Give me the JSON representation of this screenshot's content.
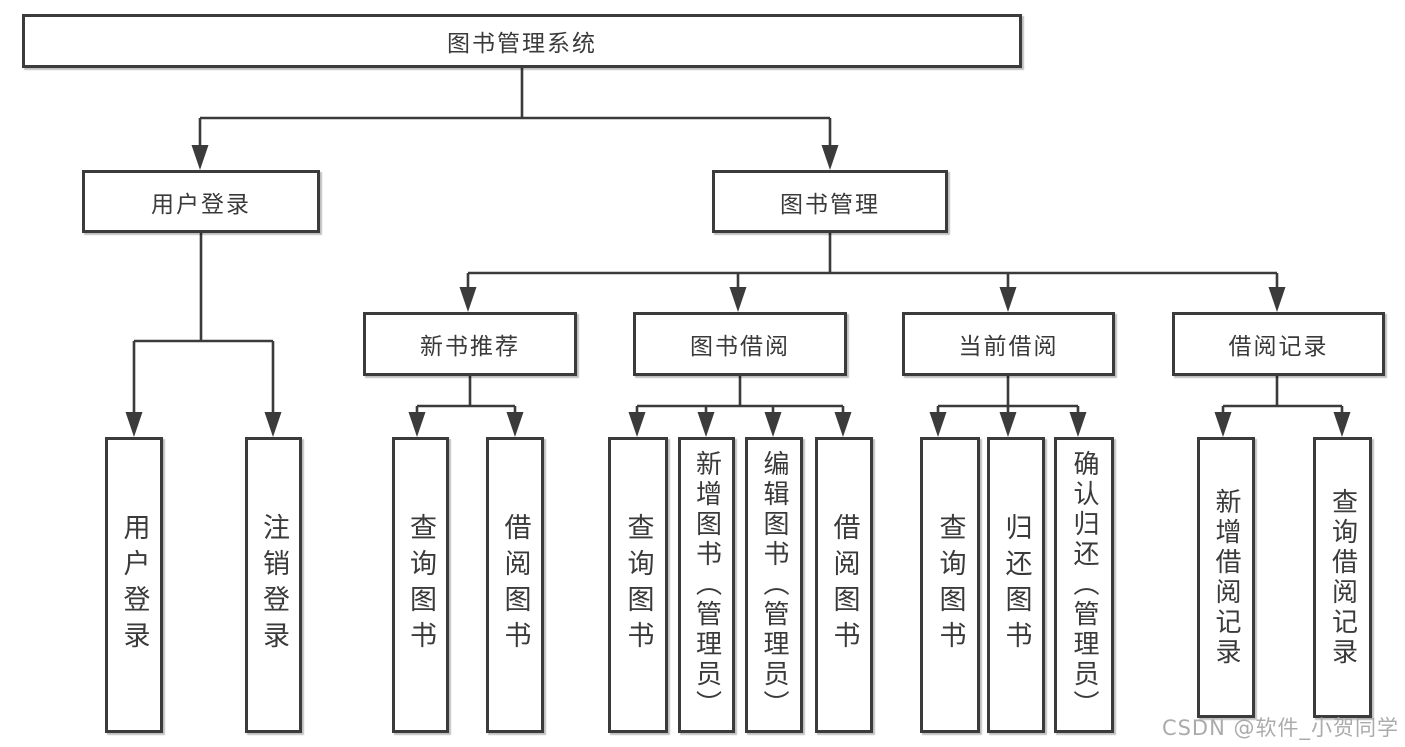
{
  "diagram_type": "hierarchy-tree",
  "colors": {
    "line": "#3b3b3b",
    "text": "#3a3a3a",
    "box_fill": "#ffffff",
    "watermark": "#ababab"
  },
  "tree": {
    "label": "图书管理系统",
    "children": [
      {
        "label": "用户登录",
        "children": [
          {
            "label": "用户登录"
          },
          {
            "label": "注销登录"
          }
        ]
      },
      {
        "label": "图书管理",
        "children": [
          {
            "label": "新书推荐",
            "children": [
              {
                "label": "查询图书"
              },
              {
                "label": "借阅图书"
              }
            ]
          },
          {
            "label": "图书借阅",
            "children": [
              {
                "label": "查询图书"
              },
              {
                "label": "新增图书（管理员）"
              },
              {
                "label": "编辑图书（管理员）"
              },
              {
                "label": "借阅图书"
              }
            ]
          },
          {
            "label": "当前借阅",
            "children": [
              {
                "label": "查询图书"
              },
              {
                "label": "归还图书"
              },
              {
                "label": "确认归还（管理员）"
              }
            ]
          },
          {
            "label": "借阅记录",
            "children": [
              {
                "label": "新增借阅记录"
              },
              {
                "label": "查询借阅记录"
              }
            ]
          }
        ]
      }
    ]
  },
  "watermark": "CSDN @软件_小贺同学"
}
